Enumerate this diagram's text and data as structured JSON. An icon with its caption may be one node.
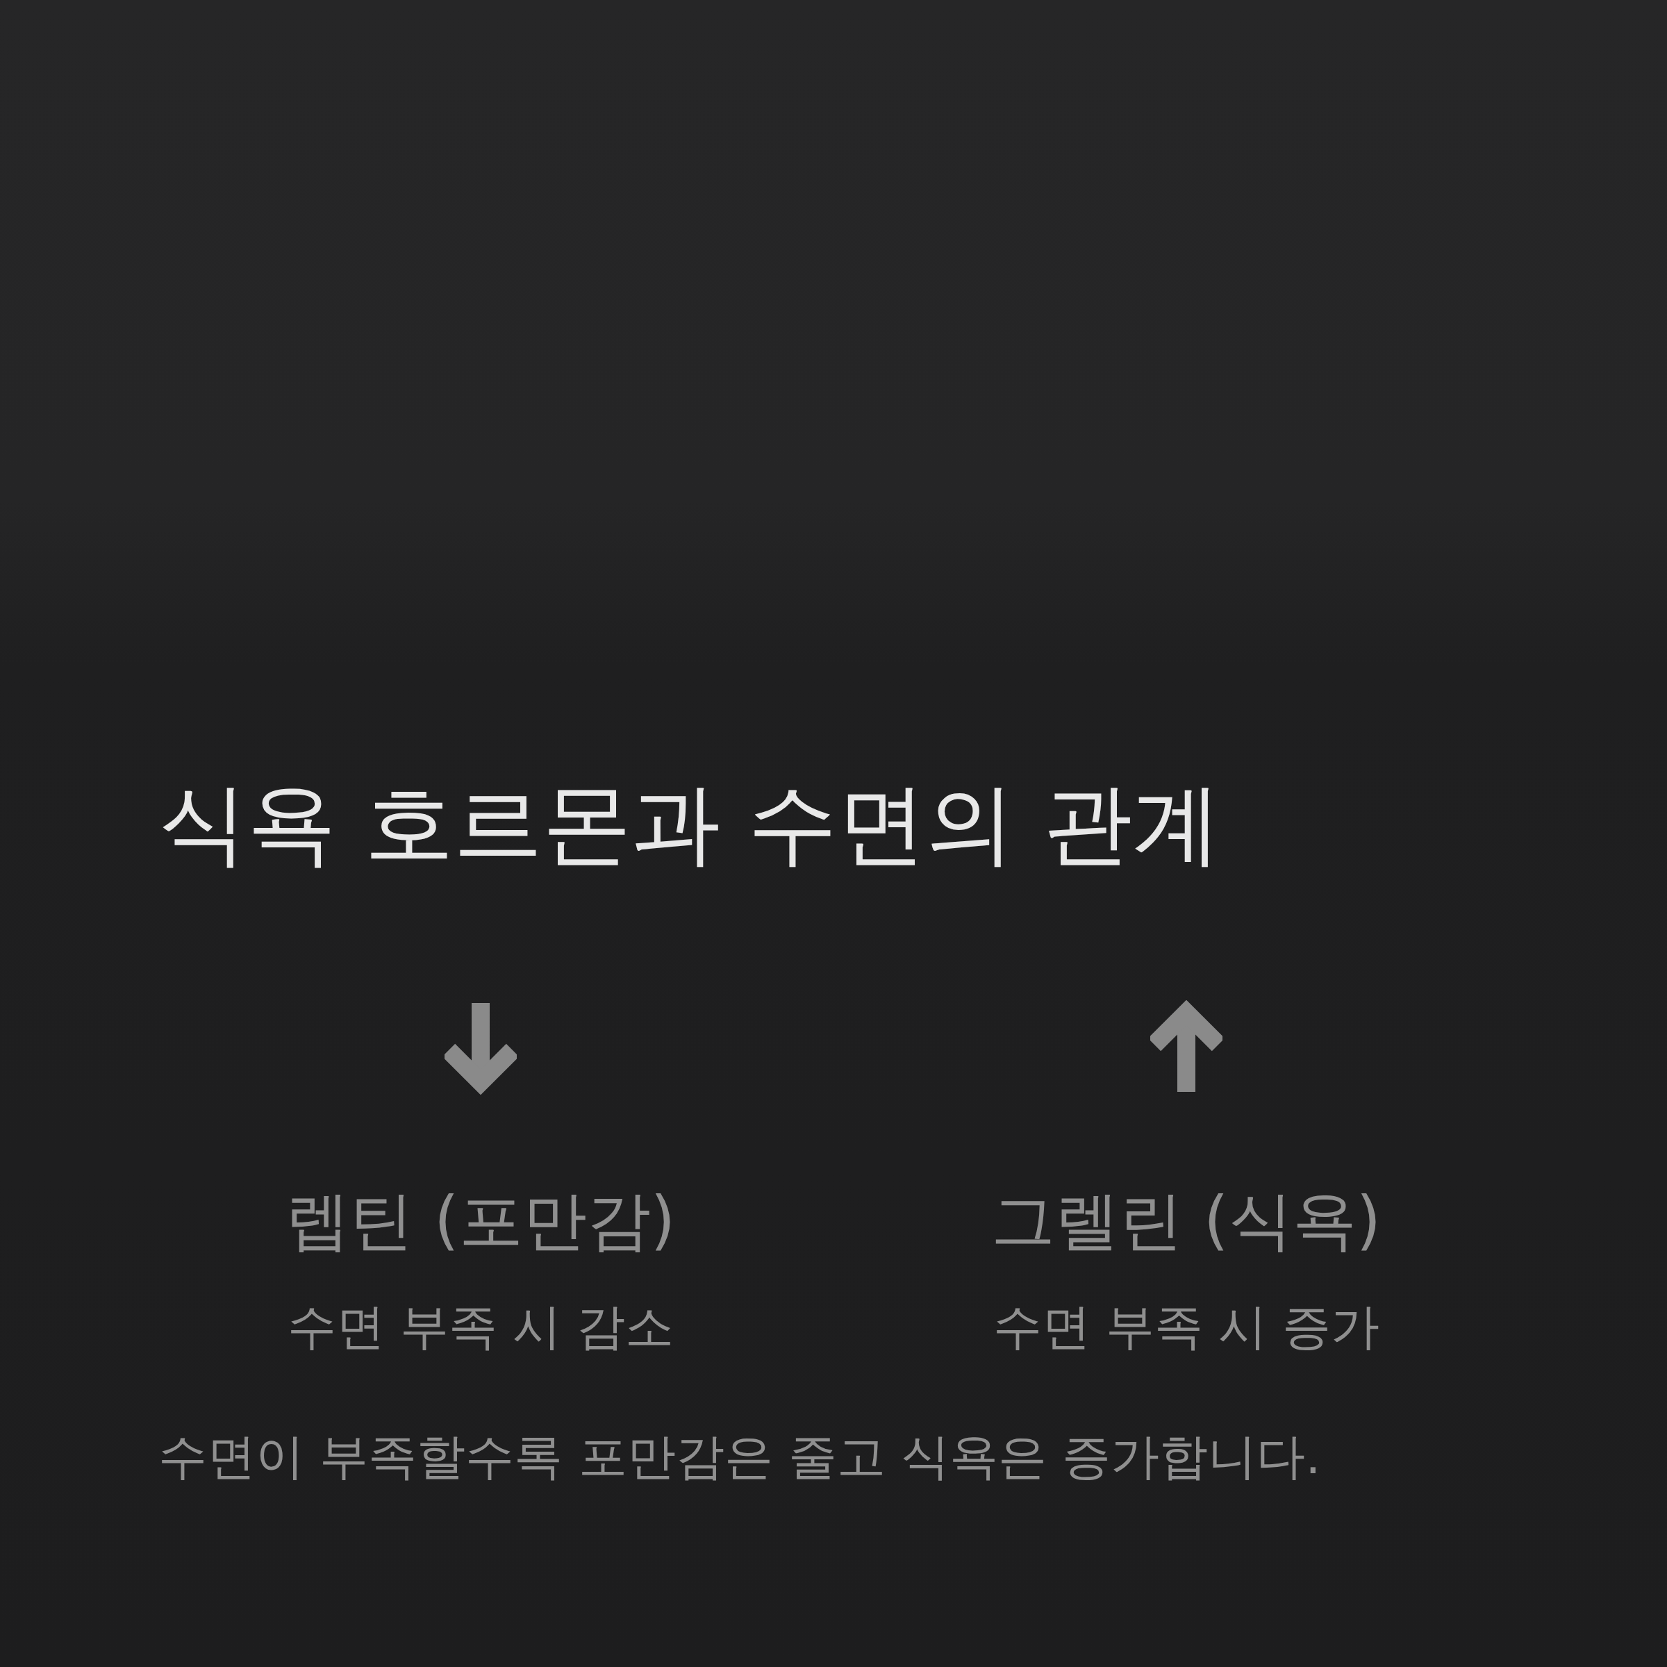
{
  "diagram": {
    "title": "식욕 호르몬과 수면의 관계",
    "labels": [
      "렙틴 (포만감)",
      "그렐린 (식욕)",
      "수면 부족 시 감소",
      "수면 부족 시 증가",
      "수면이 부족할수록 포만감은 줄고 식욕은 증가합니다."
    ]
  }
}
